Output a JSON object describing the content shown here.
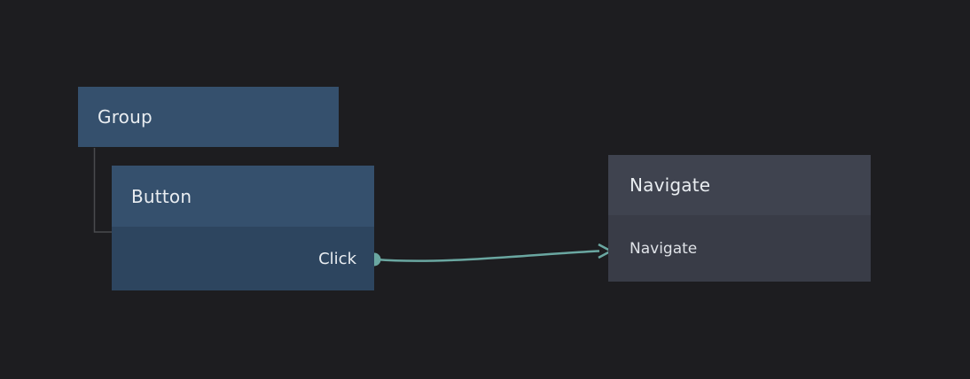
{
  "canvas": {
    "kind": "node-flow-editor"
  },
  "nodes": {
    "group": {
      "label": "Group"
    },
    "button": {
      "label": "Button",
      "event_label": "Click"
    },
    "navigate": {
      "title": "Navigate",
      "action_label": "Navigate"
    }
  },
  "edges": [
    {
      "from": "button.click-port",
      "to": "node-navigate",
      "style": "curved-arrow"
    }
  ],
  "colors": {
    "canvas-bg": "#1d1d20",
    "node-blue": "#35506d",
    "node-blue-dark": "#2d455f",
    "node-gray-header": "#3f434f",
    "node-gray-body": "#393c47",
    "edge-teal": "#6aa7a1",
    "connector-gray": "#4a4b4e",
    "text-light": "#e9edf1",
    "text-dim": "#dfe2e7"
  }
}
